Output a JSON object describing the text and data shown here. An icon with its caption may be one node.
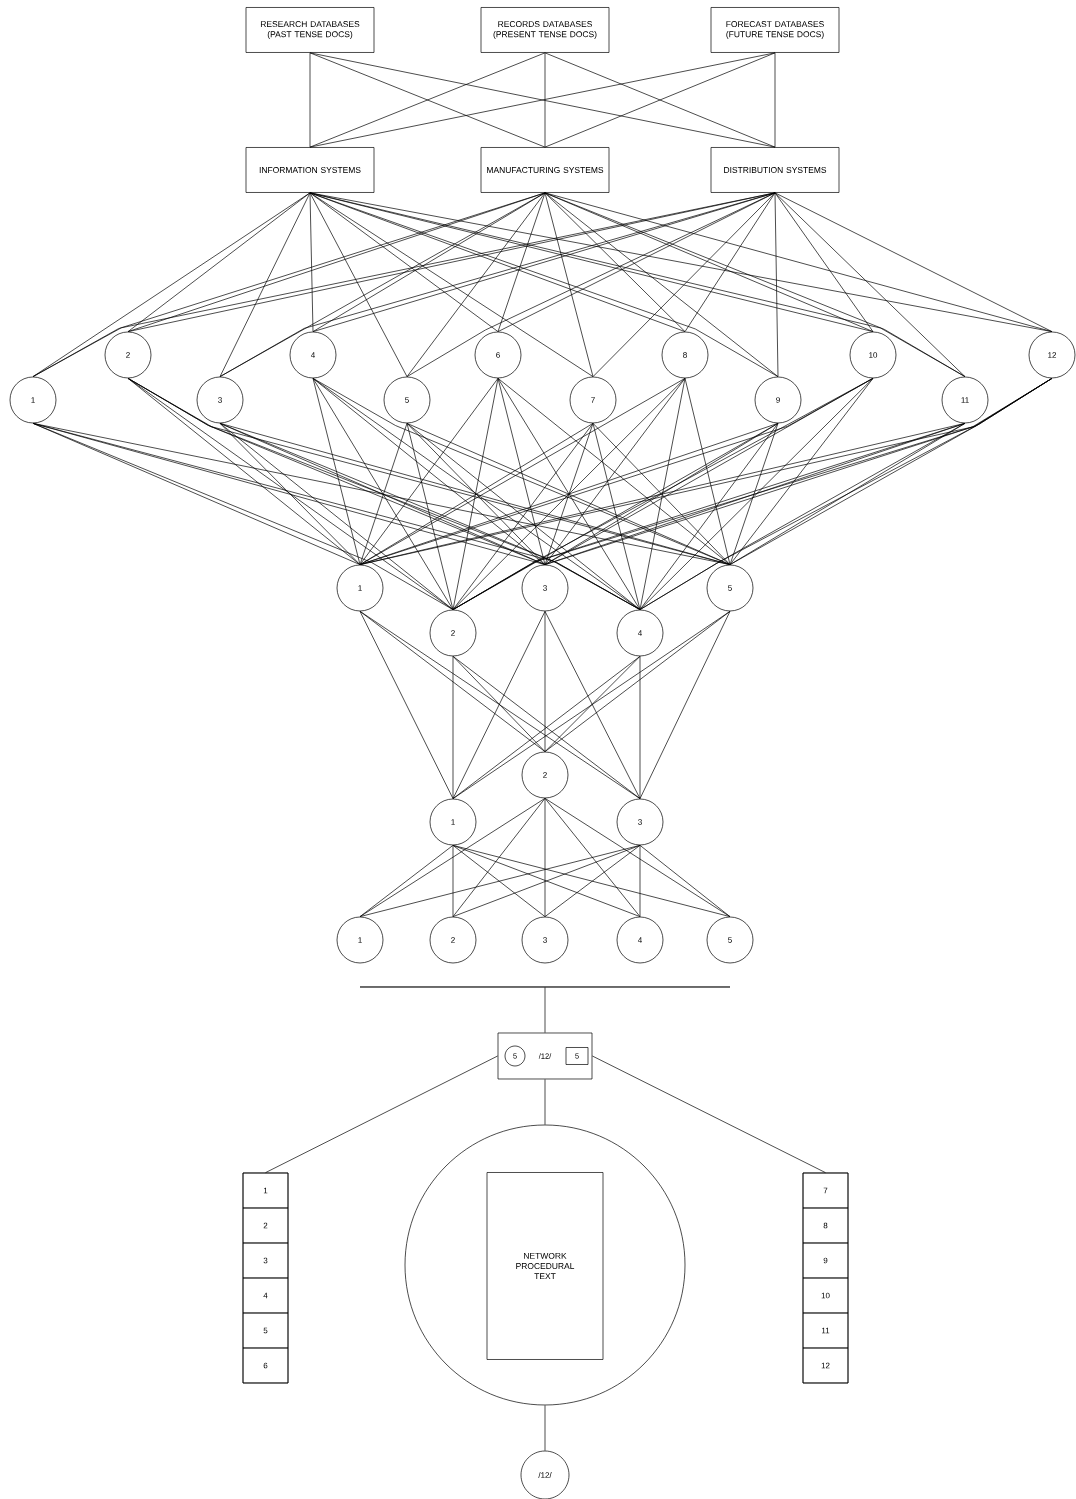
{
  "diagram": {
    "nodes": [
      {
        "text": [
          "RESEARCH DATABASES (PAST TENSE DOCS)"
        ]
      },
      {
        "text": [
          "RECORDS DATABASES (PRESENT TENSE DOCS)"
        ]
      },
      {
        "text": [
          "FORECAST DATABASES (FUTURE TENSE DOCS)"
        ]
      },
      {
        "text": [
          "INFORMATION SYSTEMS"
        ]
      },
      {
        "text": [
          "MANUFACTURING SYSTEMS"
        ]
      },
      {
        "text": [
          "DISTRIBUTION SYSTEMS"
        ]
      },
      {
        "text": [
          "1"
        ]
      },
      {
        "text": [
          "2"
        ]
      },
      {
        "text": [
          "3"
        ]
      },
      {
        "text": [
          "4"
        ]
      },
      {
        "text": [
          "5"
        ]
      },
      {
        "text": [
          "6"
        ]
      },
      {
        "text": [
          "7"
        ]
      },
      {
        "text": [
          "8"
        ]
      },
      {
        "text": [
          "9"
        ]
      },
      {
        "text": [
          "10"
        ]
      },
      {
        "text": [
          "11"
        ]
      },
      {
        "text": [
          "12"
        ]
      },
      {
        "text": [
          "1"
        ]
      },
      {
        "text": [
          "2"
        ]
      },
      {
        "text": [
          "3"
        ]
      },
      {
        "text": [
          "4"
        ]
      },
      {
        "text": [
          "5"
        ]
      },
      {
        "text": [
          "1"
        ]
      },
      {
        "text": [
          "2"
        ]
      },
      {
        "text": [
          "3"
        ]
      },
      {
        "text": [
          "1"
        ]
      },
      {
        "text": [
          "2"
        ]
      },
      {
        "text": [
          "3"
        ]
      },
      {
        "text": [
          "4"
        ]
      },
      {
        "text": [
          "5"
        ]
      },
      {
        "text": [],
        "shape": "bar"
      },
      {
        "text": [
          "/12/"
        ]
      },
      {
        "text": [
          "5"
        ],
        "in": 32
      },
      {
        "text": [
          "5"
        ],
        "in": 32
      },
      {
        "text": [],
        "shape": "box"
      },
      {
        "text": [
          "1"
        ],
        "in": 35
      },
      {
        "text": [
          "2"
        ],
        "in": 35
      },
      {
        "text": [
          "3"
        ],
        "in": 35
      },
      {
        "text": [
          "4"
        ],
        "in": 35
      },
      {
        "text": [
          "5"
        ],
        "in": 35
      },
      {
        "text": [
          "6"
        ],
        "in": 35
      },
      {
        "text": [],
        "shape": "circle"
      },
      {
        "text": [
          "NETWORK PROCEDURAL TEXT"
        ],
        "in": 42
      },
      {
        "text": [],
        "shape": "box"
      },
      {
        "text": [
          "7"
        ],
        "in": 44
      },
      {
        "text": [
          "8"
        ],
        "in": 44
      },
      {
        "text": [
          "9"
        ],
        "in": 44
      },
      {
        "text": [
          "10"
        ],
        "in": 44
      },
      {
        "text": [
          "11"
        ],
        "in": 44
      },
      {
        "text": [
          "12"
        ],
        "in": 44
      },
      {
        "text": [
          "/12/"
        ]
      }
    ],
    "edges": [
      {
        "from": 0,
        "to": 3,
        "arrow": "none"
      },
      {
        "from": 0,
        "to": 4,
        "arrow": "none"
      },
      {
        "from": 0,
        "to": 5,
        "arrow": "none"
      },
      {
        "from": 1,
        "to": 3,
        "arrow": "none"
      },
      {
        "from": 1,
        "to": 4,
        "arrow": "none"
      },
      {
        "from": 1,
        "to": 5,
        "arrow": "none"
      },
      {
        "from": 2,
        "to": 3,
        "arrow": "none"
      },
      {
        "from": 2,
        "to": 4,
        "arrow": "none"
      },
      {
        "from": 2,
        "to": 5,
        "arrow": "none"
      },
      {
        "from": 3,
        "to": 6,
        "arrow": "none"
      },
      {
        "from": 3,
        "to": 7,
        "arrow": "none"
      },
      {
        "from": 3,
        "to": 8,
        "arrow": "none"
      },
      {
        "from": 3,
        "to": 9,
        "arrow": "none"
      },
      {
        "from": 3,
        "to": 10,
        "arrow": "none"
      },
      {
        "from": 3,
        "to": 11,
        "arrow": "none"
      },
      {
        "from": 3,
        "to": 12,
        "arrow": "none"
      },
      {
        "from": 3,
        "to": 13,
        "arrow": "none"
      },
      {
        "from": 3,
        "to": 14,
        "arrow": "none"
      },
      {
        "from": 3,
        "to": 15,
        "arrow": "none"
      },
      {
        "from": 3,
        "to": 16,
        "arrow": "none"
      },
      {
        "from": 3,
        "to": 17,
        "arrow": "none"
      },
      {
        "from": 4,
        "to": 6,
        "arrow": "none"
      },
      {
        "from": 4,
        "to": 7,
        "arrow": "none"
      },
      {
        "from": 4,
        "to": 8,
        "arrow": "none"
      },
      {
        "from": 4,
        "to": 9,
        "arrow": "none"
      },
      {
        "from": 4,
        "to": 10,
        "arrow": "none"
      },
      {
        "from": 4,
        "to": 11,
        "arrow": "none"
      },
      {
        "from": 4,
        "to": 12,
        "arrow": "none"
      },
      {
        "from": 4,
        "to": 13,
        "arrow": "none"
      },
      {
        "from": 4,
        "to": 14,
        "arrow": "none"
      },
      {
        "from": 4,
        "to": 15,
        "arrow": "none"
      },
      {
        "from": 4,
        "to": 16,
        "arrow": "none"
      },
      {
        "from": 4,
        "to": 17,
        "arrow": "none"
      },
      {
        "from": 5,
        "to": 6,
        "arrow": "none"
      },
      {
        "from": 5,
        "to": 7,
        "arrow": "none"
      },
      {
        "from": 5,
        "to": 8,
        "arrow": "none"
      },
      {
        "from": 5,
        "to": 9,
        "arrow": "none"
      },
      {
        "from": 5,
        "to": 10,
        "arrow": "none"
      },
      {
        "from": 5,
        "to": 11,
        "arrow": "none"
      },
      {
        "from": 5,
        "to": 12,
        "arrow": "none"
      },
      {
        "from": 5,
        "to": 13,
        "arrow": "none"
      },
      {
        "from": 5,
        "to": 14,
        "arrow": "none"
      },
      {
        "from": 5,
        "to": 15,
        "arrow": "none"
      },
      {
        "from": 5,
        "to": 16,
        "arrow": "none"
      },
      {
        "from": 5,
        "to": 17,
        "arrow": "none"
      },
      {
        "from": 6,
        "to": 18,
        "arrow": "none"
      },
      {
        "from": 6,
        "to": 19,
        "arrow": "none"
      },
      {
        "from": 6,
        "to": 20,
        "arrow": "none"
      },
      {
        "from": 6,
        "to": 21,
        "arrow": "none"
      },
      {
        "from": 6,
        "to": 22,
        "arrow": "none"
      },
      {
        "from": 7,
        "to": 18,
        "arrow": "none"
      },
      {
        "from": 7,
        "to": 19,
        "arrow": "none"
      },
      {
        "from": 7,
        "to": 20,
        "arrow": "none"
      },
      {
        "from": 7,
        "to": 21,
        "arrow": "none"
      },
      {
        "from": 7,
        "to": 22,
        "arrow": "none"
      },
      {
        "from": 8,
        "to": 18,
        "arrow": "none"
      },
      {
        "from": 8,
        "to": 19,
        "arrow": "none"
      },
      {
        "from": 8,
        "to": 20,
        "arrow": "none"
      },
      {
        "from": 8,
        "to": 21,
        "arrow": "none"
      },
      {
        "from": 8,
        "to": 22,
        "arrow": "none"
      },
      {
        "from": 9,
        "to": 18,
        "arrow": "none"
      },
      {
        "from": 9,
        "to": 19,
        "arrow": "none"
      },
      {
        "from": 9,
        "to": 20,
        "arrow": "none"
      },
      {
        "from": 9,
        "to": 21,
        "arrow": "none"
      },
      {
        "from": 9,
        "to": 22,
        "arrow": "none"
      },
      {
        "from": 10,
        "to": 18,
        "arrow": "none"
      },
      {
        "from": 10,
        "to": 19,
        "arrow": "none"
      },
      {
        "from": 10,
        "to": 20,
        "arrow": "none"
      },
      {
        "from": 10,
        "to": 21,
        "arrow": "none"
      },
      {
        "from": 10,
        "to": 22,
        "arrow": "none"
      },
      {
        "from": 11,
        "to": 18,
        "arrow": "none"
      },
      {
        "from": 11,
        "to": 19,
        "arrow": "none"
      },
      {
        "from": 11,
        "to": 20,
        "arrow": "none"
      },
      {
        "from": 11,
        "to": 21,
        "arrow": "none"
      },
      {
        "from": 11,
        "to": 22,
        "arrow": "none"
      },
      {
        "from": 12,
        "to": 18,
        "arrow": "none"
      },
      {
        "from": 12,
        "to": 19,
        "arrow": "none"
      },
      {
        "from": 12,
        "to": 20,
        "arrow": "none"
      },
      {
        "from": 12,
        "to": 21,
        "arrow": "none"
      },
      {
        "from": 12,
        "to": 22,
        "arrow": "none"
      },
      {
        "from": 13,
        "to": 18,
        "arrow": "none"
      },
      {
        "from": 13,
        "to": 19,
        "arrow": "none"
      },
      {
        "from": 13,
        "to": 20,
        "arrow": "none"
      },
      {
        "from": 13,
        "to": 21,
        "arrow": "none"
      },
      {
        "from": 13,
        "to": 22,
        "arrow": "none"
      },
      {
        "from": 14,
        "to": 18,
        "arrow": "none"
      },
      {
        "from": 14,
        "to": 19,
        "arrow": "none"
      },
      {
        "from": 14,
        "to": 20,
        "arrow": "none"
      },
      {
        "from": 14,
        "to": 21,
        "arrow": "none"
      },
      {
        "from": 14,
        "to": 22,
        "arrow": "none"
      },
      {
        "from": 15,
        "to": 18,
        "arrow": "none"
      },
      {
        "from": 15,
        "to": 19,
        "arrow": "none"
      },
      {
        "from": 15,
        "to": 20,
        "arrow": "none"
      },
      {
        "from": 15,
        "to": 21,
        "arrow": "none"
      },
      {
        "from": 15,
        "to": 22,
        "arrow": "none"
      },
      {
        "from": 16,
        "to": 18,
        "arrow": "none"
      },
      {
        "from": 16,
        "to": 19,
        "arrow": "none"
      },
      {
        "from": 16,
        "to": 20,
        "arrow": "none"
      },
      {
        "from": 16,
        "to": 21,
        "arrow": "none"
      },
      {
        "from": 16,
        "to": 22,
        "arrow": "none"
      },
      {
        "from": 17,
        "to": 18,
        "arrow": "none"
      },
      {
        "from": 17,
        "to": 19,
        "arrow": "none"
      },
      {
        "from": 17,
        "to": 20,
        "arrow": "none"
      },
      {
        "from": 17,
        "to": 21,
        "arrow": "none"
      },
      {
        "from": 17,
        "to": 22,
        "arrow": "none"
      },
      {
        "from": 18,
        "to": 23,
        "arrow": "none"
      },
      {
        "from": 18,
        "to": 24,
        "arrow": "none"
      },
      {
        "from": 18,
        "to": 25,
        "arrow": "none"
      },
      {
        "from": 19,
        "to": 23,
        "arrow": "none"
      },
      {
        "from": 19,
        "to": 24,
        "arrow": "none"
      },
      {
        "from": 19,
        "to": 25,
        "arrow": "none"
      },
      {
        "from": 20,
        "to": 23,
        "arrow": "none"
      },
      {
        "from": 20,
        "to": 24,
        "arrow": "none"
      },
      {
        "from": 20,
        "to": 25,
        "arrow": "none"
      },
      {
        "from": 21,
        "to": 23,
        "arrow": "none"
      },
      {
        "from": 21,
        "to": 24,
        "arrow": "none"
      },
      {
        "from": 21,
        "to": 25,
        "arrow": "none"
      },
      {
        "from": 22,
        "to": 23,
        "arrow": "none"
      },
      {
        "from": 22,
        "to": 24,
        "arrow": "none"
      },
      {
        "from": 22,
        "to": 25,
        "arrow": "none"
      },
      {
        "from": 23,
        "to": 26,
        "arrow": "none"
      },
      {
        "from": 23,
        "to": 27,
        "arrow": "none"
      },
      {
        "from": 23,
        "to": 28,
        "arrow": "none"
      },
      {
        "from": 23,
        "to": 29,
        "arrow": "none"
      },
      {
        "from": 23,
        "to": 30,
        "arrow": "none"
      },
      {
        "from": 24,
        "to": 26,
        "arrow": "none"
      },
      {
        "from": 24,
        "to": 27,
        "arrow": "none"
      },
      {
        "from": 24,
        "to": 28,
        "arrow": "none"
      },
      {
        "from": 24,
        "to": 29,
        "arrow": "none"
      },
      {
        "from": 24,
        "to": 30,
        "arrow": "none"
      },
      {
        "from": 25,
        "to": 26,
        "arrow": "none"
      },
      {
        "from": 25,
        "to": 27,
        "arrow": "none"
      },
      {
        "from": 25,
        "to": 28,
        "arrow": "none"
      },
      {
        "from": 25,
        "to": 29,
        "arrow": "none"
      },
      {
        "from": 25,
        "to": 30,
        "arrow": "none"
      },
      {
        "from": 31,
        "to": 32,
        "arrow": "none"
      },
      {
        "from": 32,
        "to": 35,
        "arrow": "none"
      },
      {
        "from": 32,
        "to": 42,
        "arrow": "none"
      },
      {
        "from": 32,
        "to": 44,
        "arrow": "none"
      },
      {
        "from": 42,
        "to": 51,
        "arrow": "none"
      }
    ]
  }
}
